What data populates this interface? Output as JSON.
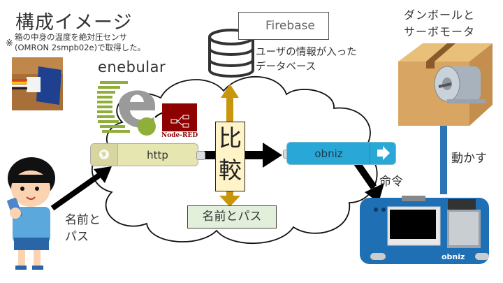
{
  "title": "構成イメージ",
  "note": {
    "mark": "※",
    "lines": [
      "箱の中身の温度を絶対圧センサ",
      "(OMRON 2smpb02e)で取得した。"
    ]
  },
  "enebular": {
    "label": "enebular"
  },
  "nodered": {
    "label": "Node-RED"
  },
  "firebase": {
    "label": "Firebase"
  },
  "database": {
    "lines": [
      "ユーザの情報が入った",
      "データベース"
    ]
  },
  "cardboard": {
    "lines": [
      "ダンボールと",
      "サーボモータ"
    ]
  },
  "nodes": {
    "http": {
      "label": "http"
    },
    "obniz": {
      "label": "obniz"
    }
  },
  "compare": {
    "chars": [
      "比",
      "較"
    ]
  },
  "name_pass_box": "名前とパス",
  "user_message": {
    "lines": [
      "名前と",
      "パス"
    ]
  },
  "command_label": "命令",
  "move_label": "動かす",
  "device": {
    "brand": "obniz"
  },
  "colors": {
    "http_node": "#e6e6b0",
    "obniz_node": "#29a8d7",
    "gold_arrow": "#c8960c",
    "blue_arrow": "#2e75b6",
    "compare_fill": "#fff3c8",
    "namepass_fill": "#e2efda",
    "nodered_red": "#8f0000"
  }
}
